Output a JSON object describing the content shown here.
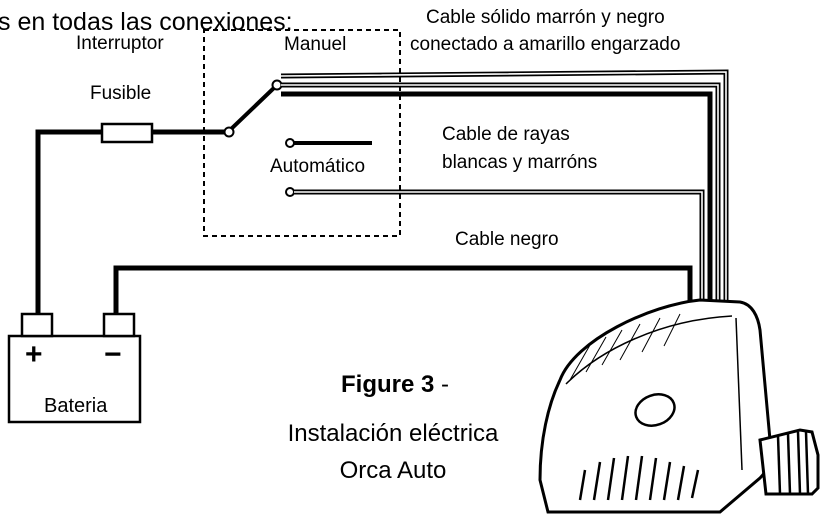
{
  "header_fragment": "s en todas las conexiones:",
  "labels": {
    "interruptor": "Interruptor",
    "manuel": "Manuel",
    "fusible": "Fusible",
    "automatico": "Automático",
    "cable_solido_1": "Cable sólido marrón y negro",
    "cable_solido_2": "conectado a amarillo engarzado",
    "cable_rayas_1": "Cable de rayas",
    "cable_rayas_2": "blancas y marróns",
    "cable_negro": "Cable negro"
  },
  "battery": {
    "plus": "+",
    "minus": "−",
    "label": "Bateria"
  },
  "caption": {
    "figure": "Figure 3",
    "dash": " -",
    "line2": "Instalación eléctrica",
    "line3": "Orca Auto"
  }
}
